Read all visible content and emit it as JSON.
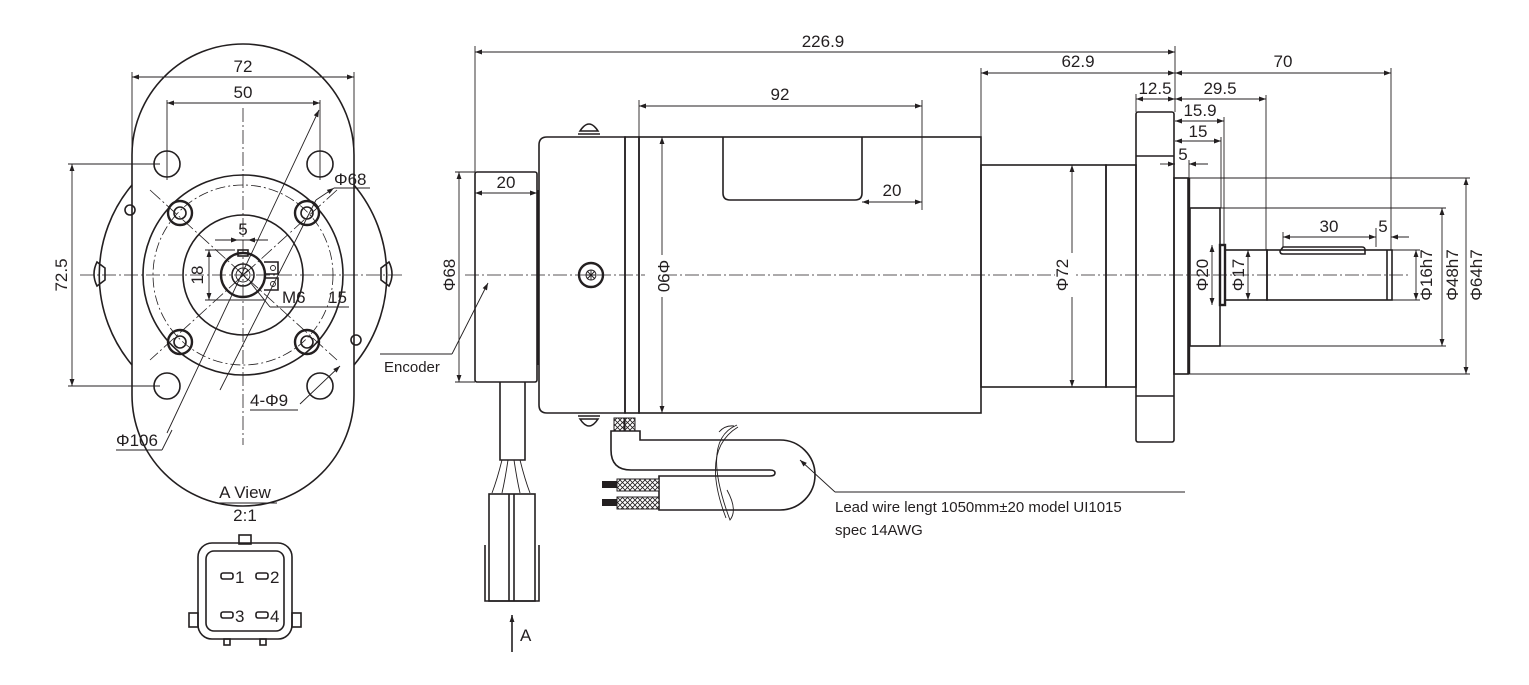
{
  "drawing": {
    "title": "Gear motor outline dimension drawing",
    "text_color": "#231f20",
    "line_color": "#231f20",
    "background": "#ffffff"
  },
  "front_view": {
    "width_outer": "72",
    "bolt_spacing": "50",
    "height_spacing": "72.5",
    "pilot_diameter": "Φ68",
    "flange_diameter": "Φ106",
    "mounting_holes": "4-Φ9",
    "key_width": "5",
    "shaft_height": "18",
    "thread": "M6",
    "thread_depth": "15"
  },
  "connector_view": {
    "title": "A View",
    "scale": "2:1",
    "pins": [
      "1",
      "2",
      "3",
      "4"
    ]
  },
  "side_view": {
    "overall_length": "226.9",
    "motor_body_length": "92",
    "gearbox_length": "62.9",
    "shaft_length": "70",
    "flange_thickness": "12.5",
    "shaft_step_1": "29.5",
    "shaft_step_2": "15.9",
    "shaft_step_3": "15",
    "shaft_step_4": "5",
    "key_length": "30",
    "key_offset": "5",
    "encoder_length": "20",
    "terminal_box_offset": "20",
    "encoder_diameter": "Φ68",
    "motor_diameter": "Φ90",
    "gearbox_diameter": "Φ72",
    "collar_diameter": "Φ20",
    "shaft_root_diameter": "Φ17",
    "shaft_diameter": "Φ16h7",
    "pilot_diameter": "Φ48h7",
    "flange_diameter": "Φ64h7",
    "encoder_label": "Encoder",
    "view_arrow_label": "A"
  },
  "notes": {
    "lead_wire_line1": "Lead wire lengt 1050mm±20  model UI1015",
    "lead_wire_line2": "spec 14AWG"
  }
}
